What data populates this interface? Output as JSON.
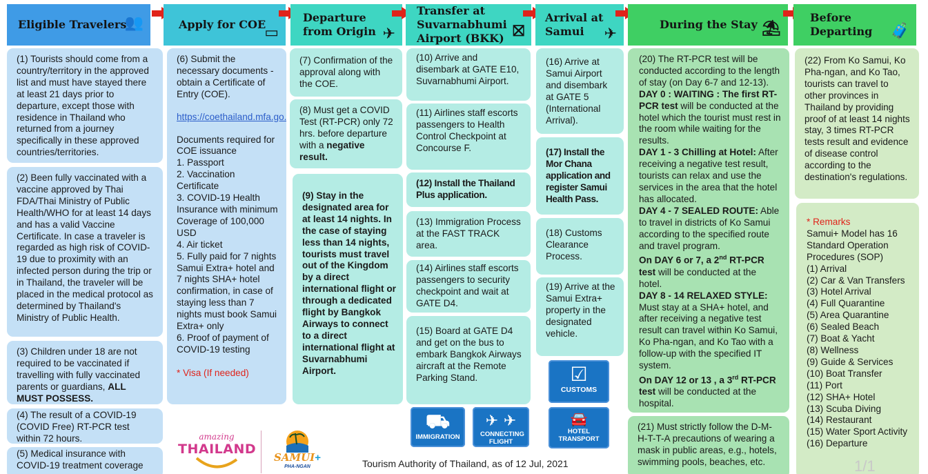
{
  "headers": [
    {
      "label": "Eligible Travelers",
      "icon": "people-group-icon",
      "glyph": "👥"
    },
    {
      "label": "Apply for COE",
      "icon": "id-card-icon",
      "glyph": "▭"
    },
    {
      "label": "Departure from Origin",
      "icon": "airplane-takeoff-icon",
      "glyph": "✈"
    },
    {
      "label": "Transfer at Suvarnabhumi Airport (BKK)",
      "icon": "airport-transfer-icon",
      "glyph": "⛝"
    },
    {
      "label": "Arrival at Samui",
      "icon": "airplane-landing-icon",
      "glyph": "✈"
    },
    {
      "label": "During the Stay",
      "icon": "beach-umbrella-icon",
      "glyph": "⛱"
    },
    {
      "label": "Before Departing",
      "icon": "luggage-icon",
      "glyph": "🧳"
    }
  ],
  "col1": {
    "c1": "(1) Tourists should come from a country/territory in the approved list and must have stayed there at least 21 days prior to departure, except those with residence in Thailand who returned from a journey specifically in these approved countries/territories.",
    "c2": "(2) Been fully vaccinated with a vaccine approved by Thai FDA/Thai Ministry of Public Health/WHO for at least 14 days and has a valid Vaccine Certificate. In case a traveler is regarded as high risk of COVID-19 due to proximity with an infected person during the trip or in Thailand, the traveler will be placed in the medical protocol as determined by Thailand's Ministry of Public Health.",
    "c3": "(3) Children under 18 are not required to be vaccinated if travelling with fully vaccinated parents or guardians,",
    "c3_bold": "ALL MUST POSSESS.",
    "c4": "(4) The result of a COVID-19 (COVID Free) RT-PCR test within 72 hours.",
    "c5": "(5) Medical insurance with COVID-19 treatment coverage"
  },
  "col2": {
    "intro": "(6) Submit the necessary documents - obtain a Certificate of Entry (COE).",
    "link": "https://coethailand.mfa.go.th",
    "docs_title": "Documents required for COE issuance",
    "docs": [
      "1. Passport",
      "2. Vaccination Certificate",
      "3. COVID-19 Health Insurance with minimum Coverage of 100,000 USD",
      "4. Air ticket",
      "5. Fully paid for 7 nights Samui Extra+ hotel and 7 nights SHA+ hotel confirmation, in case of staying less than 7 nights must book Samui Extra+ only",
      "6. Proof of payment of COVID-19 testing"
    ],
    "visa": "* Visa (If needed)"
  },
  "col3": {
    "c7": "(7) Confirmation of the approval along with the COE.",
    "c8": "(8) Must get a COVID Test (RT-PCR) only 72 hrs. before departure with a",
    "c8_bold": "negative result.",
    "c9": "(9) Stay in the designated area for at least 14 nights. In the case of staying less than 14 nights, tourists must travel out of the Kingdom by a direct international flight or through a dedicated flight by Bangkok Airways to connect to a direct international flight at Suvarnabhumi Airport."
  },
  "col4": {
    "c10": "(10) Arrive and disembark at GATE E10, Suvarnabhumi Airport.",
    "c11": "(11) Airlines staff escorts passengers to Health Control Checkpoint at Concourse F.",
    "c12": "(12) Install the Thailand Plus application.",
    "c13": "(13) Immigration Process at the FAST TRACK area.",
    "c14": "(14) Airlines staff escorts passengers to security checkpoint and wait at GATE D4.",
    "c15": "(15) Board at GATE D4 and get on the bus to embark Bangkok Airways aircraft at the Remote Parking Stand."
  },
  "col5": {
    "c16": "(16) Arrive at Samui Airport and disembark at GATE 5 (International Arrival).",
    "c17": "(17) Install the Mor Chana application and register Samui Health Pass.",
    "c18": "(18) Customs Clearance Process.",
    "c19": "(19) Arrive at the Samui Extra+ property in the designated vehicle."
  },
  "col6": {
    "c20_intro": "(20) The RT-PCR test will be conducted according to the length of stay (on Day 6-7 and 12-13).",
    "day0_head": "DAY 0 : WAITING",
    "day0_bold": " : The first RT-PCR test",
    "day0_text": " will be conducted at the hotel which the tourist must rest in the room while waiting for the results.",
    "day13_head": "DAY 1 - 3 Chilling at Hotel:",
    "day13_text": " After receiving a negative test result, tourists can relax and use the services in the area that the hotel has allocated.",
    "day47_head": "DAY 4 - 7 SEALED ROUTE:",
    "day47_text": " Able to travel in districts of Ko Samui according to the specified route and travel program.",
    "day67_bold1": "On DAY 6 or 7, a 2",
    "day67_sup": "nd",
    "day67_bold2": " RT-PCR test",
    "day67_text": " will be conducted at the hotel.",
    "day814_head": "DAY 8 - 14 RELAXED STYLE:",
    "day814_text": " Must stay at a SHA+ hotel, and after receiving a negative test result can travel within Ko Samui, Ko Pha-ngan, and Ko Tao with a follow-up with the specified IT system.",
    "day1213_bold1": "On DAY 12 or 13 , a 3",
    "day1213_sup": "rd",
    "day1213_bold2": " RT-PCR test",
    "day1213_text": " will be conducted at the hospital.",
    "c21": "(21) Must strictly follow the D-M-H-T-T-A precautions of wearing a mask in public areas, e.g., hotels, swimming pools, beaches, etc."
  },
  "col7": {
    "c22": "(22) From Ko Samui, Ko Pha-ngan, and Ko Tao, tourists can travel to other provinces in Thailand by providing proof of at least 14 nights stay, 3 times RT-PCR tests result and evidence of disease control according to the destination's regulations.",
    "remarks_title": "* Remarks",
    "remarks_intro": "Samui+ Model has 16 Standard Operation Procedures (SOP)",
    "remarks": [
      "(1) Arrival",
      "(2) Car & Van Transfers",
      "(3) Hotel Arrival",
      "(4) Full Quarantine",
      "(5) Area Quarantine",
      "(6) Sealed Beach",
      "(7) Boat & Yacht",
      "(8) Wellness",
      "(9) Guide & Services",
      "(10) Boat Transfer",
      "(11) Port",
      "(12) SHA+ Hotel",
      "(13) Scuba Diving",
      "(14) Restaurant",
      "(15) Water Sport Activity",
      "(16) Departure"
    ]
  },
  "tiles": {
    "immigration": "IMMIGRATION",
    "connecting": "CONNECTING FLIGHT",
    "customs": "CUSTOMS",
    "hotel": "HOTEL TRANSPORT"
  },
  "logos": {
    "amazing": "amazing",
    "thailand": "THAILAND",
    "samui": "SAMUI",
    "plus": "+",
    "phangan": "PHA-NGAN"
  },
  "footer": "Tourism Authority of Thailand, as of 12 Jul, 2021",
  "page_mark": "1/1",
  "colors": {
    "arrow": "#e0231a",
    "blue_header": "#3f9be6",
    "teal_header": "#3ed6c2",
    "green_header": "#3fcf63",
    "tile": "#1a74c4"
  }
}
